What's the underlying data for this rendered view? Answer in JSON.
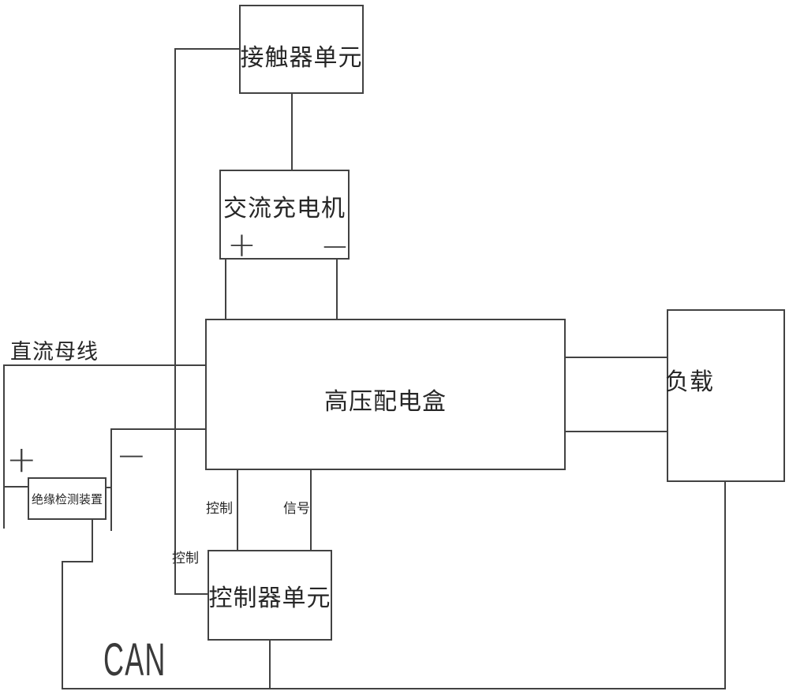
{
  "blocks": {
    "contactor": {
      "label": "接触器单元"
    },
    "charger": {
      "label": "交流充电机",
      "plus": "+",
      "minus": "−"
    },
    "hvbox": {
      "label": "高压配电盒"
    },
    "load": {
      "label": "负载"
    },
    "insulation": {
      "label": "绝缘检测装置"
    },
    "controller": {
      "label": "控制器单元"
    }
  },
  "bus": {
    "label": "直流母线",
    "plus": "+",
    "minus": "−"
  },
  "wire_labels": {
    "control_top": "控制",
    "signal": "信号",
    "control_left": "控制",
    "can": "CAN"
  },
  "colors": {
    "line": "#424242",
    "text": "#262626",
    "background": "#ffffff"
  }
}
